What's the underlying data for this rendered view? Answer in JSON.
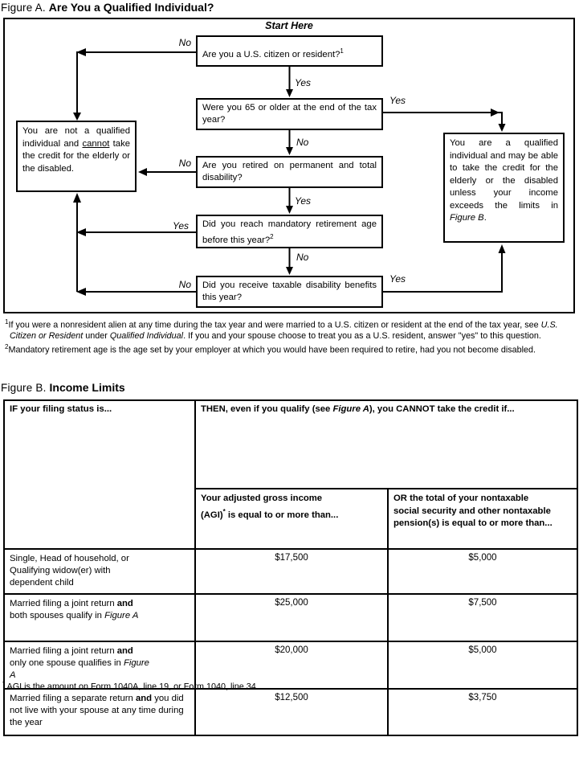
{
  "colors": {
    "ink": "#000000",
    "paper": "#ffffff"
  },
  "page": {
    "figure_a_label": "Figure A.",
    "figure_a_title": "Are You a Qualified Individual?",
    "figure_b_label": "Figure B.",
    "figure_b_title": "Income Limits"
  },
  "flowchart": {
    "start_here": "Start Here",
    "yes": "Yes",
    "no": "No",
    "boxes": {
      "q1": {
        "text": "Are you a U.S. citizen or resident?",
        "sup": "1"
      },
      "q2": {
        "text": "Were you 65 or older at the end of the tax year?"
      },
      "q3": {
        "text": "Are you retired on permanent and total disability?"
      },
      "q4": {
        "text": "Did you reach mandatory retirement age before this year?",
        "sup": "2"
      },
      "q5": {
        "text": "Did you receive taxable disability benefits this year?"
      },
      "not_qualified": {
        "pre": "You are not a qualified individual and ",
        "underline": "cannot",
        "post": " take the credit for the elderly or the disabled."
      },
      "qualified": {
        "pre": "You are a qualified individual and may be able to take the credit for the elderly or the disabled unless your income exceeds the limits in ",
        "italic": "Figure B",
        "post": "."
      }
    },
    "footnotes": [
      {
        "sup": "1",
        "t1": "If you were a nonresident alien at any time during the tax year and were married to a U.S. citizen or resident at the end of the tax year, see ",
        "i1": "U.S. Citizen or Resident",
        "t2": " under ",
        "i2": "Qualified Individual",
        "t3": ". If you and your spouse choose to treat you as a U.S. resident, answer \"yes\" to this question."
      },
      {
        "sup": "2",
        "t1": "Mandatory retirement age is the age set by your employer at which you would have been required to retire, had you not become disabled.",
        "i1": "",
        "t2": "",
        "i2": "",
        "t3": ""
      }
    ]
  },
  "income_table": {
    "header": {
      "filing_status": "IF your filing status is...",
      "then_pre": "THEN, even if you qualify (see ",
      "then_italic": "Figure A",
      "then_post": "), you CANNOT take the credit if...",
      "agi_pre": "Your adjusted gross income (AGI)",
      "agi_sup": "*",
      "agi_post": " is equal to or more than...",
      "pension": "OR the total of your nontaxable social security and other nontaxable pension(s) is equal to or more than..."
    },
    "rows": [
      {
        "pre": "Single, Head of household, or Qualifying widow(er) with dependent child",
        "bold": "",
        "mid": "",
        "italic": "",
        "agi": "$17,500",
        "pension": "$5,000"
      },
      {
        "pre": "Married filing a joint return ",
        "bold": "and",
        "mid": " both spouses qualify in ",
        "italic": "Figure A",
        "agi": "$25,000",
        "pension": "$7,500"
      },
      {
        "pre": "Married filing a joint return ",
        "bold": "and",
        "mid": " only one spouse qualifies in ",
        "italic": "Figure A",
        "agi": "$20,000",
        "pension": "$5,000"
      },
      {
        "pre": "Married filing a separate return ",
        "bold": "and",
        "mid": " you did not live with your spouse at any time during the year",
        "italic": "",
        "agi": "$12,500",
        "pension": "$3,750"
      }
    ],
    "footnote": {
      "sup": "*",
      "text": " AGI is the amount on Form 1040A, line 19, or Form 1040, line 34."
    }
  }
}
